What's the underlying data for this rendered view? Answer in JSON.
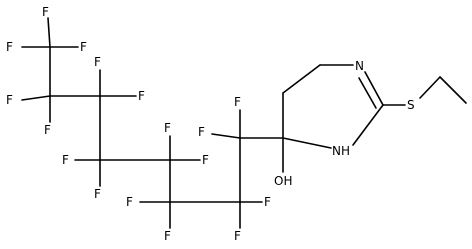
{
  "molecule": {
    "atom_labels": {
      "f_top1": "F",
      "f_top2": "F",
      "f_top3": "F",
      "f_c2a": "F",
      "f_c2b": "F",
      "f_c3a": "F",
      "f_c3b": "F",
      "f_c4a": "F",
      "f_c4b": "F",
      "f_c5a": "F",
      "f_c5b": "F",
      "f_c6a": "F",
      "f_c6b": "F",
      "f_c7a": "F",
      "f_c7b": "F",
      "nitrogen": "N",
      "nh": "NH",
      "sulfur": "S",
      "hydroxyl": "OH"
    }
  }
}
